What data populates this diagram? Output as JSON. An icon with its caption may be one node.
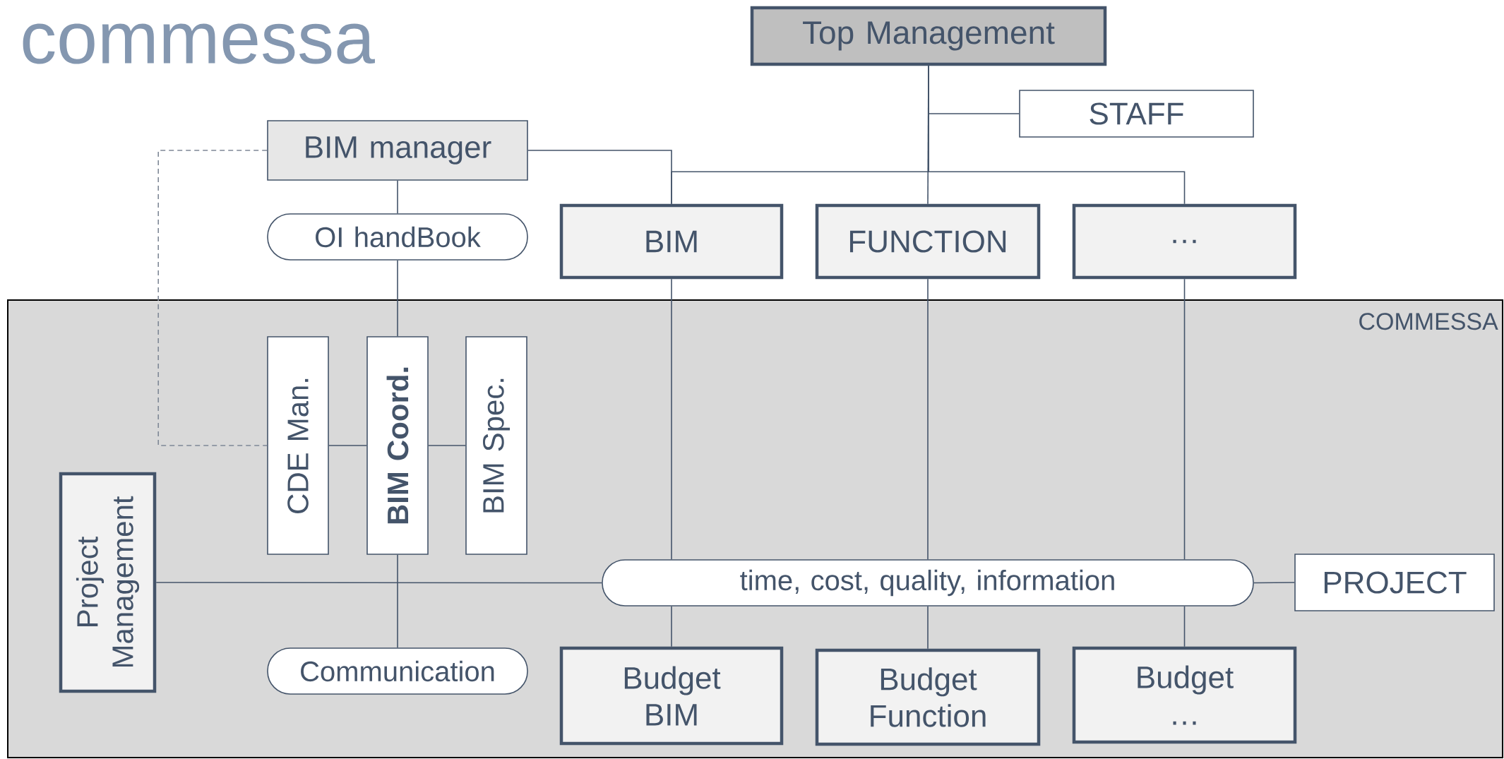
{
  "diagram": {
    "title": "commessa",
    "nodes": [
      {
        "text": [
          "Top Management"
        ]
      },
      {
        "text": [
          "STAFF"
        ]
      },
      {
        "text": [
          "BIM manager"
        ]
      },
      {
        "text": [
          "OI handBook"
        ]
      },
      {
        "text": [
          "BIM"
        ]
      },
      {
        "text": [
          "FUNCTION"
        ]
      },
      {
        "text": [
          "…"
        ]
      },
      {
        "text": [
          "COMMESSA"
        ]
      },
      {
        "text": [
          "CDE Man."
        ],
        "in": 7
      },
      {
        "text": [
          "BIM Coord."
        ],
        "in": 7
      },
      {
        "text": [
          "BIM Spec."
        ],
        "in": 7
      },
      {
        "text": [
          "Project Management"
        ],
        "in": 7
      },
      {
        "text": [
          "time, cost, quality, information"
        ],
        "in": 7
      },
      {
        "text": [
          "PROJECT"
        ],
        "in": 7
      },
      {
        "text": [
          "Communication"
        ],
        "in": 7
      },
      {
        "text": [
          "Budget BIM"
        ],
        "in": 7
      },
      {
        "text": [
          "Budget Function"
        ],
        "in": 7
      },
      {
        "text": [
          "Budget …"
        ],
        "in": 7
      }
    ],
    "edges": [
      {
        "from": 0,
        "to": 1,
        "arrow": "none"
      },
      {
        "from": 0,
        "to": 4,
        "arrow": "none"
      },
      {
        "from": 0,
        "to": 5,
        "arrow": "none"
      },
      {
        "from": 0,
        "to": 6,
        "arrow": "none"
      },
      {
        "from": 2,
        "to": 4,
        "arrow": "none"
      },
      {
        "from": 2,
        "to": 3,
        "arrow": "none"
      },
      {
        "from": 3,
        "to": 9,
        "arrow": "none"
      },
      {
        "from": 2,
        "to": 8,
        "arrow": "none",
        "style": "dashed",
        "color": "#7f8896"
      },
      {
        "from": 8,
        "to": 9,
        "arrow": "none"
      },
      {
        "from": 9,
        "to": 10,
        "arrow": "none"
      },
      {
        "from": 9,
        "to": 14,
        "arrow": "none"
      },
      {
        "from": 11,
        "to": 12,
        "arrow": "none"
      },
      {
        "from": 4,
        "to": 12,
        "arrow": "none"
      },
      {
        "from": 5,
        "to": 12,
        "arrow": "none"
      },
      {
        "from": 6,
        "to": 12,
        "arrow": "none"
      },
      {
        "from": 12,
        "to": 15,
        "arrow": "none"
      },
      {
        "from": 12,
        "to": 16,
        "arrow": "none"
      },
      {
        "from": 12,
        "to": 17,
        "arrow": "none"
      },
      {
        "from": 12,
        "to": 13,
        "arrow": "none"
      }
    ]
  }
}
